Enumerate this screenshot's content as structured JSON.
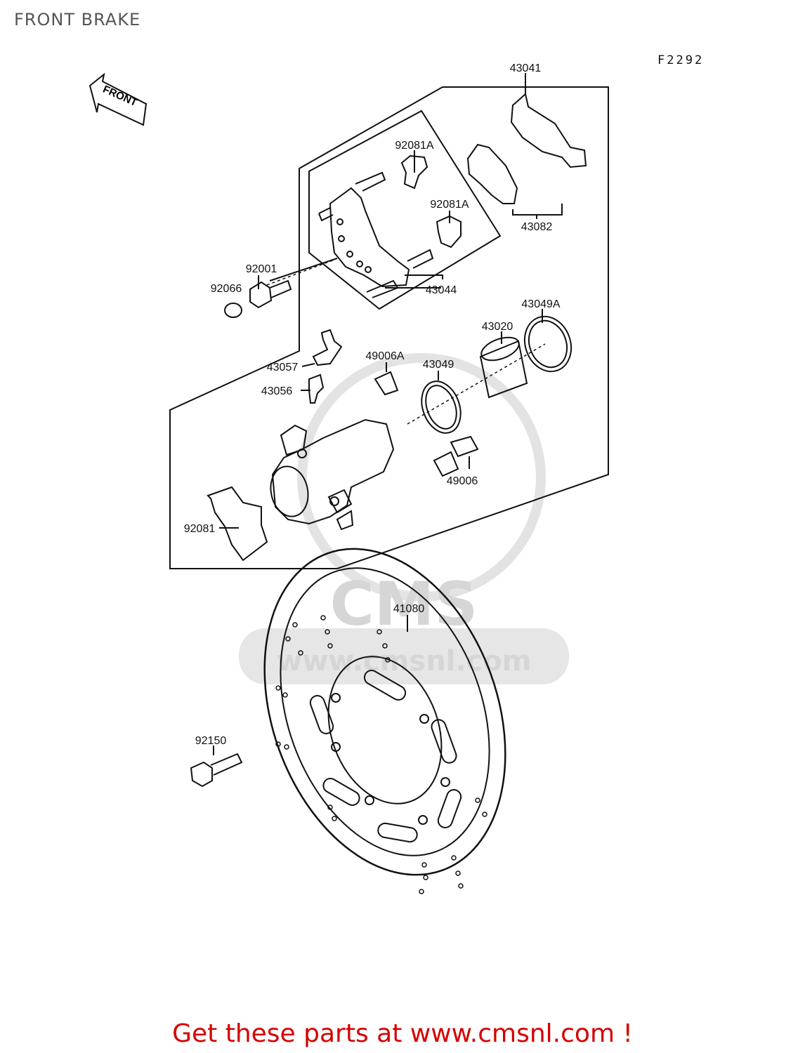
{
  "header": {
    "title": "FRONT BRAKE",
    "diagram_code": "F2292"
  },
  "front_arrow": {
    "label": "FRONT"
  },
  "parts": [
    {
      "id": "43041"
    },
    {
      "id": "92081A"
    },
    {
      "id": "92081A"
    },
    {
      "id": "43082"
    },
    {
      "id": "92001"
    },
    {
      "id": "92066"
    },
    {
      "id": "43044"
    },
    {
      "id": "43049A"
    },
    {
      "id": "43020"
    },
    {
      "id": "49006A"
    },
    {
      "id": "43049"
    },
    {
      "id": "43057"
    },
    {
      "id": "43056"
    },
    {
      "id": "49006"
    },
    {
      "id": "92081"
    },
    {
      "id": "41080"
    },
    {
      "id": "92150"
    }
  ],
  "watermark": {
    "brand": "CMS",
    "url": "www.cmsnl.com"
  },
  "footer": {
    "text": "Get these parts at www.cmsnl.com !"
  },
  "colors": {
    "footer_red": "#d60000",
    "title_gray": "#555555",
    "line": "#111111",
    "watermark": "#d6d6d6"
  }
}
